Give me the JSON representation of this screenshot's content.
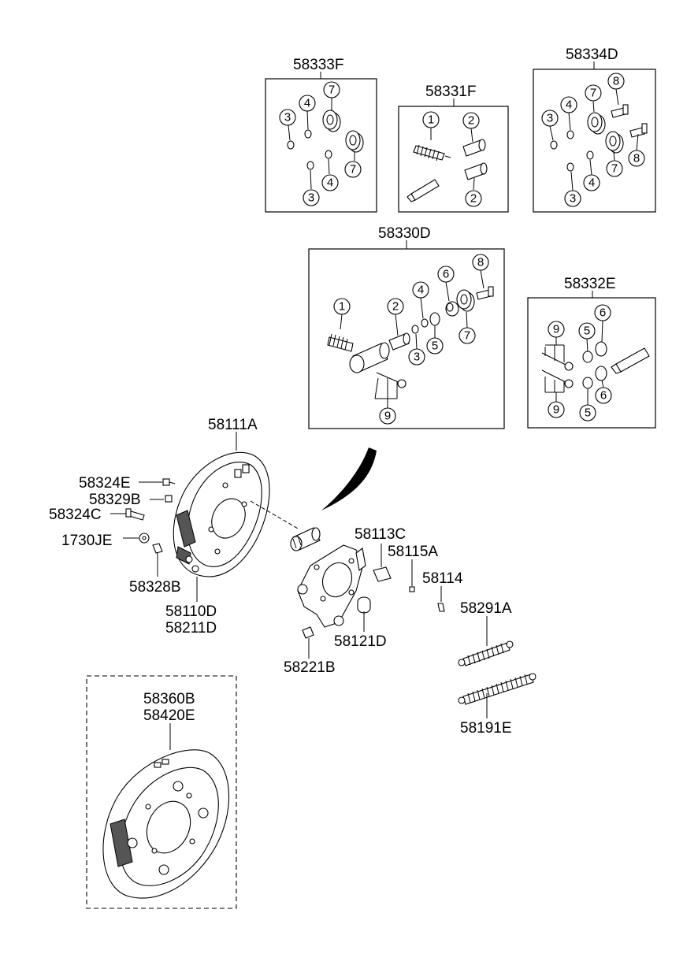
{
  "kits": {
    "k58333F": {
      "code": "58333F",
      "callouts": [
        "3",
        "4",
        "7",
        "7",
        "3",
        "4"
      ]
    },
    "k58331F": {
      "code": "58331F",
      "callouts": [
        "1",
        "2",
        "2"
      ]
    },
    "k58334D": {
      "code": "58334D",
      "callouts": [
        "3",
        "4",
        "7",
        "8",
        "8",
        "7",
        "3",
        "4"
      ]
    },
    "k58330D": {
      "code": "58330D",
      "callouts": [
        "1",
        "2",
        "4",
        "6",
        "8",
        "3",
        "5",
        "7",
        "9"
      ]
    },
    "k58332E": {
      "code": "58332E",
      "callouts": [
        "9",
        "5",
        "6",
        "9",
        "5",
        "6"
      ]
    }
  },
  "parts": {
    "p58111A": "58111A",
    "p58324E": "58324E",
    "p58329B": "58329B",
    "p58324C": "58324C",
    "p1730JE": "1730JE",
    "p58328B": "58328B",
    "p58110D": "58110D",
    "p58211D": "58211D",
    "p58113C": "58113C",
    "p58115A": "58115A",
    "p58114": "58114",
    "p58291A": "58291A",
    "p58121D": "58121D",
    "p58221B": "58221B",
    "p58191E": "58191E",
    "p58360B": "58360B",
    "p58420E": "58420E"
  }
}
